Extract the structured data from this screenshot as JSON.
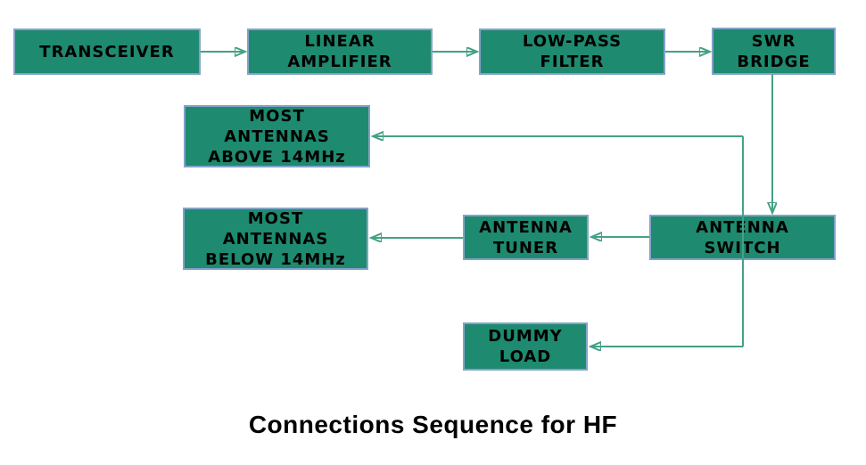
{
  "title": "Connections Sequence for HF",
  "colors": {
    "box_fill": "#1E8A6F",
    "box_border": "#84A2C8",
    "connector_line": "#44A186",
    "arrowhead": "#17856B",
    "text": "#000000",
    "background": "#FFFFFF"
  },
  "boxes": {
    "transceiver": {
      "lines": [
        "TRANSCEIVER"
      ]
    },
    "linear_amplifier": {
      "lines": [
        "LINEAR",
        "AMPLIFIER"
      ]
    },
    "low_pass_filter": {
      "lines": [
        "LOW-PASS",
        "FILTER"
      ]
    },
    "swr_bridge": {
      "lines": [
        "SWR",
        "BRIDGE"
      ]
    },
    "antennas_above": {
      "lines": [
        "MOST",
        "ANTENNAS",
        "ABOVE 14MHz"
      ]
    },
    "antennas_below": {
      "lines": [
        "MOST",
        "ANTENNAS",
        "BELOW 14MHz"
      ]
    },
    "antenna_tuner": {
      "lines": [
        "ANTENNA",
        "TUNER"
      ]
    },
    "antenna_switch": {
      "lines": [
        "ANTENNA",
        "SWITCH"
      ]
    },
    "dummy_load": {
      "lines": [
        "DUMMY",
        "LOAD"
      ]
    }
  },
  "connections": [
    {
      "from": "TRANSCEIVER",
      "to": "LINEAR AMPLIFIER"
    },
    {
      "from": "LINEAR AMPLIFIER",
      "to": "LOW-PASS FILTER"
    },
    {
      "from": "LOW-PASS FILTER",
      "to": "SWR BRIDGE"
    },
    {
      "from": "SWR BRIDGE",
      "to": "ANTENNA SWITCH"
    },
    {
      "from": "ANTENNA SWITCH",
      "to": "MOST ANTENNAS ABOVE 14MHz"
    },
    {
      "from": "ANTENNA SWITCH",
      "to": "ANTENNA TUNER"
    },
    {
      "from": "ANTENNA SWITCH",
      "to": "DUMMY LOAD"
    },
    {
      "from": "ANTENNA TUNER",
      "to": "MOST ANTENNAS BELOW 14MHz"
    }
  ]
}
